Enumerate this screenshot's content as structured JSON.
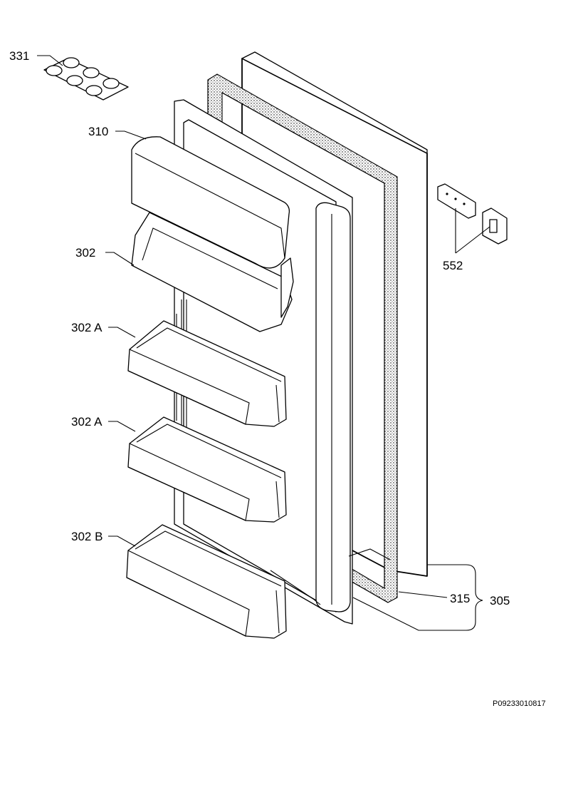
{
  "labels": {
    "l331": "331",
    "l310": "310",
    "l302": "302",
    "l302a_1": "302 A",
    "l302a_2": "302 A",
    "l302b": "302 B",
    "l552": "552",
    "l315": "315",
    "l305": "305"
  },
  "footer": {
    "code": "P09233010817"
  }
}
